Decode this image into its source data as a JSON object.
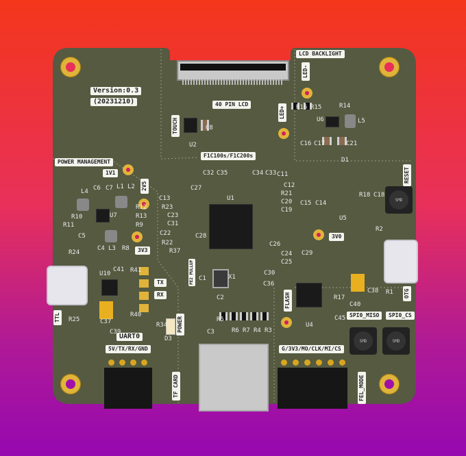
{
  "board": {
    "version": "Version:0.3",
    "date": "(20231210)",
    "soc_label": "F1C100s/F1C200s",
    "colors": {
      "solder_mask": "#555a41",
      "silkscreen": "#f4f4ee",
      "gold": "#e0b43a"
    }
  },
  "silk_labels": {
    "lcd_backlight": "LCD BACKLIGHT",
    "lcd_40pin": "40 PIN LCD",
    "touch": "TOUCH",
    "led_minus": "LED-",
    "led_plus": "LED+",
    "power_management": "POWER MANAGEMENT",
    "v1v1": "1V1",
    "v2v5": "2V5",
    "v3v3": "3V3",
    "v3v0": "3V0",
    "reset": "RESET",
    "otg": "OTG",
    "spi0_miso": "SPI0_MISO",
    "spi0_cs": "SPI0_CS",
    "ttl": "TTL",
    "uart0": "UART0",
    "uart_pins": "5V/TX/RX/GND",
    "tx": "TX",
    "rx": "RX",
    "power": "POWER",
    "tf_card": "TF CARD",
    "flash": "FLASH",
    "spi_pins": "G/3V3/MO/CLK/MI/CS",
    "fel_mode": "FEL_MODE",
    "pe2_pullup": "PE2 PULLUP"
  },
  "button_text": "SMD",
  "refs": [
    "U1",
    "U2",
    "U4",
    "U5",
    "U6",
    "U7",
    "U10",
    "X1",
    "L1",
    "L2",
    "L3",
    "L4",
    "L5",
    "D1",
    "D3",
    "C1",
    "C2",
    "C3",
    "C4",
    "C5",
    "C6",
    "C7",
    "C8",
    "C11",
    "C12",
    "C13",
    "C14",
    "C15",
    "C16",
    "C17",
    "C18",
    "C19",
    "C20",
    "C21",
    "C22",
    "C23",
    "C24",
    "C25",
    "C26",
    "C27",
    "C28",
    "C29",
    "C30",
    "C31",
    "C32",
    "C33",
    "C34",
    "C35",
    "C36",
    "C37",
    "C38",
    "C39",
    "C40",
    "C41",
    "C45",
    "R1",
    "R2",
    "R3",
    "R4",
    "R5",
    "R6",
    "R7",
    "R8",
    "R9",
    "R10",
    "R11",
    "R12",
    "R13",
    "R14",
    "R15",
    "R16",
    "R17",
    "R18",
    "R21",
    "R22",
    "R23",
    "R24",
    "R25",
    "R34",
    "R37",
    "R40",
    "R41"
  ]
}
